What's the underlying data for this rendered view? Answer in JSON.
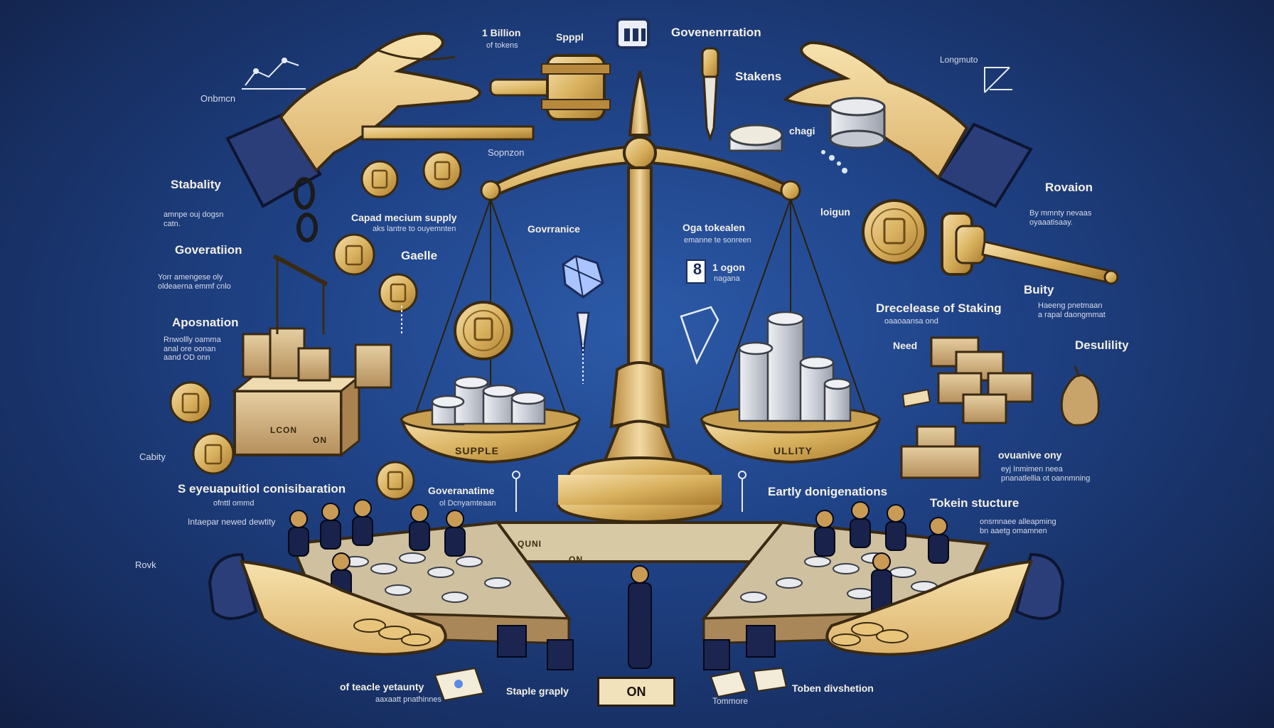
{
  "labels": {
    "billion_main": "1 Billion",
    "billion_sub": "of tokens",
    "spppl": "Spppl",
    "gov_top": "Govenenrration",
    "stakens": "Stakens",
    "longmuto": "Longmuto",
    "onbmcn": "Onbmcn",
    "sopnzon": "Sopnzon",
    "chagi": "chagi",
    "stabality": "Stabality",
    "stabality_sub": "amnpe ouj dogsn\ncatn.",
    "caped": "Capad mecium supply",
    "caped_sub": "aks lantre to ouyemnten",
    "governaince": "Govrranice",
    "oga": "Oga tokealen",
    "oga_sub": "emanne te sonreen",
    "loigun": "loigun",
    "rovaion": "Rovaion",
    "rovaion_sub": "By mmnty nevaas\noyaaatisaay.",
    "goveration": "Goveratiion",
    "goveration_sub": "Yorr amengese oly\noldeaerna emmf cnlo",
    "gaelle": "Gaelle",
    "badge_num": "8",
    "one_ogon": "1 ogon",
    "one_ogon_sub": "nagana",
    "buity": "Buity",
    "buity_sub": "Haeeng pnetmaan\na rapal daongmmat",
    "aposnation": "Aposnation",
    "aposnation_sub": "Rnwollly oamma\nanal ore oonan\naand OD onn",
    "drecelease": "Drecelease of Staking",
    "drecelease_sub": "oaaoaansa ond",
    "need": "Need",
    "desulility": "Desulility",
    "cabity": "Cabity",
    "sey": "S eyeuapuitiol conisibaration",
    "sey_sub1": "ofnttl ommd",
    "sey_sub2": "Intaepar newed dewtity",
    "goveranatime": "Goveranatime",
    "goveranatime_sub": "ol Dcnyamteaan",
    "early": "Eartly donigenations",
    "toskein": "Tokein stucture",
    "toskein_sub": "onsmnaee alleapming\nbn aaetg omamnen",
    "ovuanive": "ovuanive ony",
    "ovuanive_sub": "eyj Inmimen neea\npnanatlellia ot oannmning",
    "rovk": "Rovk",
    "teacle": "of teacle yetaunty",
    "teacle_sub": "aaxaatt pnathinnes",
    "staple": "Staple graply",
    "tommore": "Tommore",
    "token_dist": "Toben divshetion",
    "box_left_label": "LCON",
    "box_left_label2": "ON",
    "platform_l": "QUNI",
    "platform_r": "ON",
    "plaque": "ON"
  },
  "pans": {
    "left": "SUPPLE",
    "right": "ULLITY"
  },
  "colors": {
    "background": "#1f4286",
    "gold": "#d9b25f",
    "coin_silver": "#cfd2d8",
    "text": "#f4f1e6",
    "sleeve": "#2b3e7a"
  },
  "icons": [
    "gavel-icon",
    "scale-icon",
    "coin-icon",
    "network-icon",
    "chart-icon",
    "crystal-icon",
    "chain-icon",
    "calendar-icon"
  ]
}
